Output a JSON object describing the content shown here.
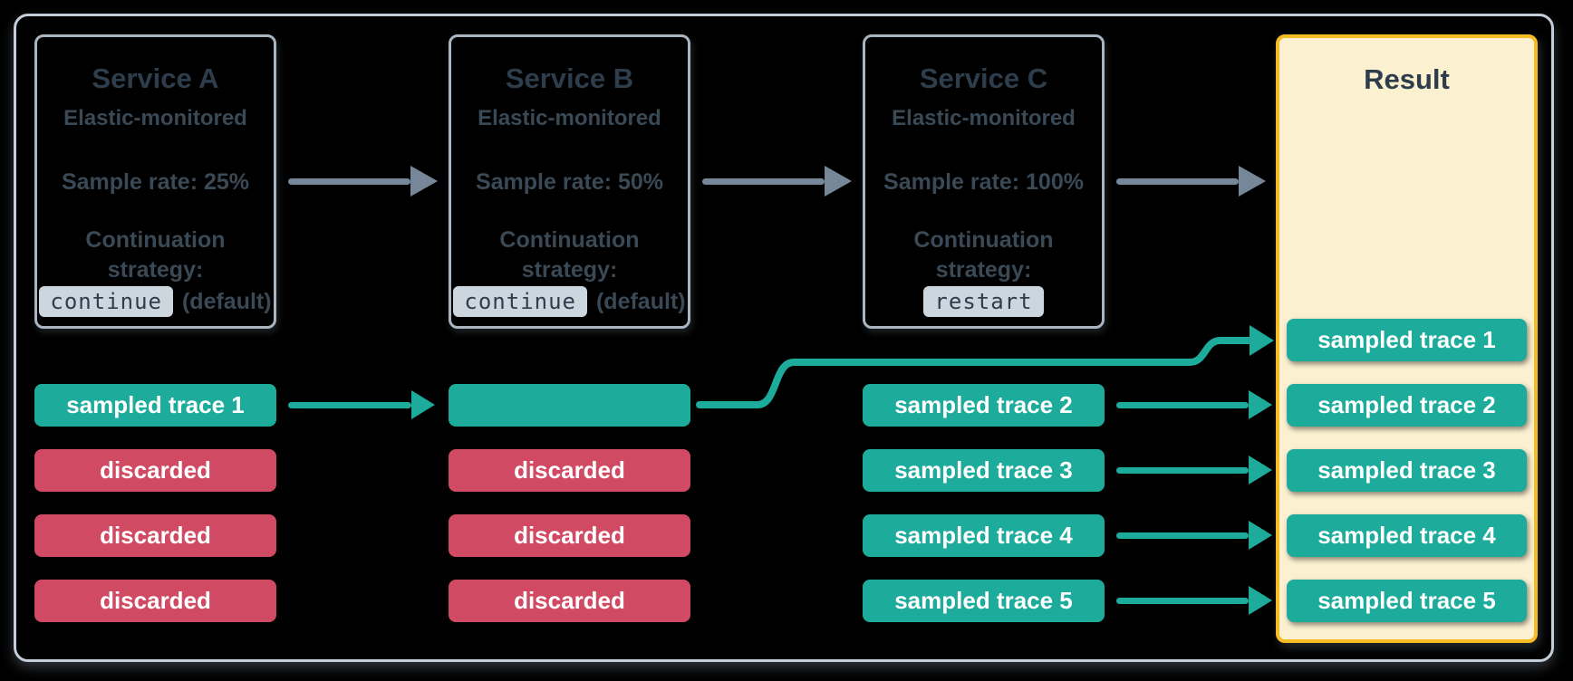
{
  "colors": {
    "teal": "#1dab9b",
    "red": "#d14a63",
    "ink": "#2e3d4c",
    "ink-soft": "#3a4956",
    "chip-bg": "#ccd6de",
    "box-border": "#a9b6c2",
    "frame-border": "#c4ced8",
    "arrow-gray": "#76879a",
    "result-bg": "#fbf0d0",
    "result-border": "#f5bc25"
  },
  "services": [
    {
      "title": "Service A",
      "subtitle": "Elastic-monitored",
      "sample_rate": "Sample rate: 25%",
      "strategy_label_line1": "Continuation",
      "strategy_label_line2": "strategy:",
      "strategy_value": "continue",
      "strategy_note": "(default)"
    },
    {
      "title": "Service B",
      "subtitle": "Elastic-monitored",
      "sample_rate": "Sample rate: 50%",
      "strategy_label_line1": "Continuation",
      "strategy_label_line2": "strategy:",
      "strategy_value": "continue",
      "strategy_note": "(default)"
    },
    {
      "title": "Service C",
      "subtitle": "Elastic-monitored",
      "sample_rate": "Sample rate: 100%",
      "strategy_label_line1": "Continuation",
      "strategy_label_line2": "strategy:",
      "strategy_value": "restart",
      "strategy_note": ""
    }
  ],
  "columns": [
    {
      "pills": [
        {
          "label": "sampled trace 1",
          "type": "sampled"
        },
        {
          "label": "discarded",
          "type": "discarded"
        },
        {
          "label": "discarded",
          "type": "discarded"
        },
        {
          "label": "discarded",
          "type": "discarded"
        }
      ]
    },
    {
      "pills": [
        {
          "label": "",
          "type": "sampled"
        },
        {
          "label": "discarded",
          "type": "discarded"
        },
        {
          "label": "discarded",
          "type": "discarded"
        },
        {
          "label": "discarded",
          "type": "discarded"
        }
      ]
    },
    {
      "pills": [
        {
          "label": "sampled trace 2",
          "type": "sampled"
        },
        {
          "label": "sampled trace 3",
          "type": "sampled"
        },
        {
          "label": "sampled trace 4",
          "type": "sampled"
        },
        {
          "label": "sampled trace 5",
          "type": "sampled"
        }
      ]
    }
  ],
  "result": {
    "title": "Result",
    "pills": [
      {
        "label": "sampled trace 1"
      },
      {
        "label": "sampled trace 2"
      },
      {
        "label": "sampled trace 3"
      },
      {
        "label": "sampled trace 4"
      },
      {
        "label": "sampled trace 5"
      }
    ]
  }
}
